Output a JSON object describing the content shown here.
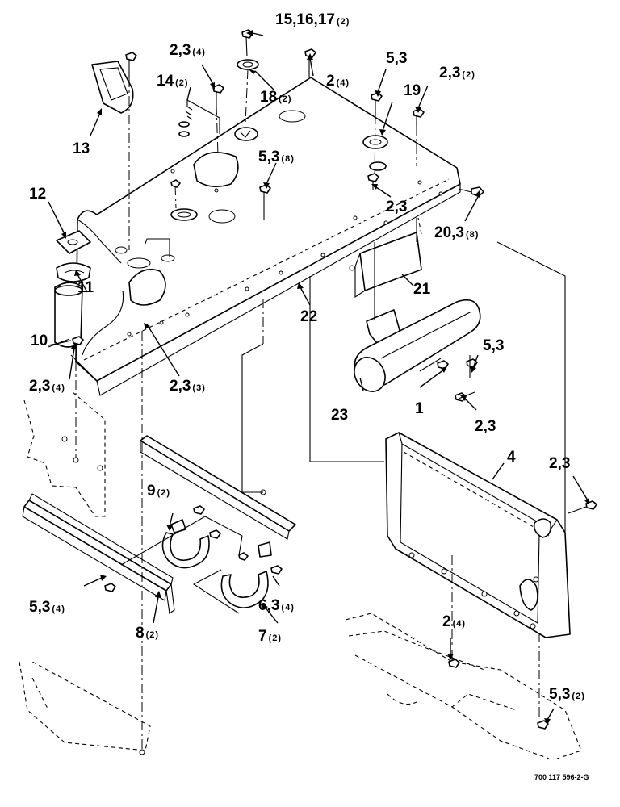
{
  "callouts": [
    {
      "id": "c-15-16-17",
      "num": "15,16,17",
      "qty": "(2)"
    },
    {
      "id": "c-2-3-top-a",
      "num": "2,3",
      "qty": "(4)"
    },
    {
      "id": "c-2-top",
      "num": "2",
      "qty": "(4)"
    },
    {
      "id": "c-5-3-top",
      "num": "5,3",
      "qty": ""
    },
    {
      "id": "c-2-3-top-right",
      "num": "2,3",
      "qty": "(2)"
    },
    {
      "id": "c-14",
      "num": "14",
      "qty": "(2)"
    },
    {
      "id": "c-18",
      "num": "18",
      "qty": "(2)"
    },
    {
      "id": "c-19",
      "num": "19",
      "qty": ""
    },
    {
      "id": "c-13",
      "num": "13",
      "qty": ""
    },
    {
      "id": "c-5-3-mid",
      "num": "5,3",
      "qty": "(8)"
    },
    {
      "id": "c-12",
      "num": "12",
      "qty": ""
    },
    {
      "id": "c-2-3-mid",
      "num": "2,3",
      "qty": ""
    },
    {
      "id": "c-20-3",
      "num": "20,3",
      "qty": "(8)"
    },
    {
      "id": "c-11",
      "num": "11",
      "qty": ""
    },
    {
      "id": "c-21",
      "num": "21",
      "qty": ""
    },
    {
      "id": "c-22",
      "num": "22",
      "qty": ""
    },
    {
      "id": "c-10",
      "num": "10",
      "qty": ""
    },
    {
      "id": "c-5-3-right",
      "num": "5,3",
      "qty": ""
    },
    {
      "id": "c-2-3-left",
      "num": "2,3",
      "qty": "(4)"
    },
    {
      "id": "c-2-3-center",
      "num": "2,3",
      "qty": "(3)"
    },
    {
      "id": "c-23",
      "num": "23",
      "qty": ""
    },
    {
      "id": "c-1",
      "num": "1",
      "qty": ""
    },
    {
      "id": "c-2-3-low",
      "num": "2,3",
      "qty": ""
    },
    {
      "id": "c-4",
      "num": "4",
      "qty": ""
    },
    {
      "id": "c-2-3-far",
      "num": "2,3",
      "qty": ""
    },
    {
      "id": "c-9",
      "num": "9",
      "qty": "(2)"
    },
    {
      "id": "c-5-3-bottom-left",
      "num": "5,3",
      "qty": "(4)"
    },
    {
      "id": "c-6-3",
      "num": "6,3",
      "qty": "(4)"
    },
    {
      "id": "c-8",
      "num": "8",
      "qty": "(2)"
    },
    {
      "id": "c-7",
      "num": "7",
      "qty": "(2)"
    },
    {
      "id": "c-2-bottom",
      "num": "2",
      "qty": "(4)"
    },
    {
      "id": "c-5-3-bottom-right",
      "num": "5,3",
      "qty": "(2)"
    }
  ],
  "drawing_code": "700 117 596-2-G"
}
